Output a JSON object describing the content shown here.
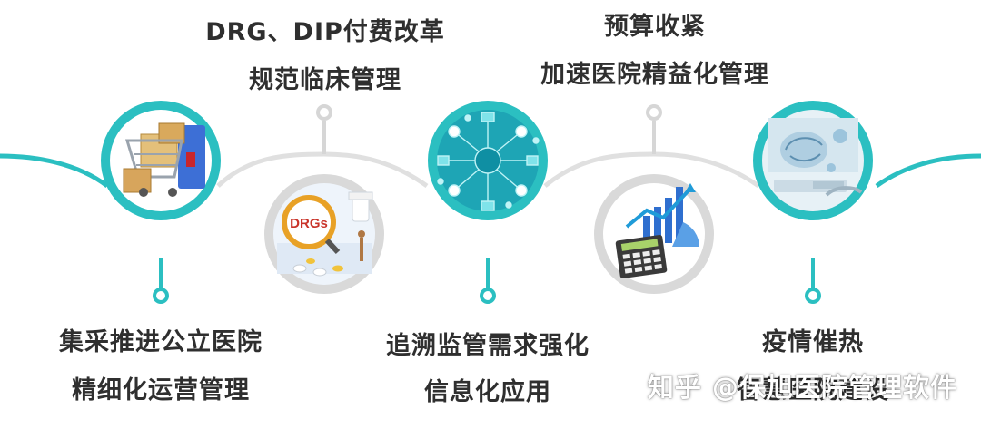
{
  "stages": [
    {
      "id": "procurement",
      "lines": [
        "集采推进公立医院",
        "精细化运营管理"
      ],
      "image": "shopping-cart-icon"
    },
    {
      "id": "drg",
      "lines": [
        "DRG、DIP付费改革",
        "规范临床管理"
      ],
      "image": "drgs-magnifier-icon",
      "image_text": "DRGs"
    },
    {
      "id": "traceability",
      "lines": [
        "追溯监管需求强化",
        "信息化应用"
      ],
      "image": "network-icon"
    },
    {
      "id": "budget",
      "lines": [
        "预算收紧",
        "加速医院精益化管理"
      ],
      "image": "calculator-chart-icon"
    },
    {
      "id": "epidemic",
      "lines": [
        "疫情催热",
        "智慧医院建设"
      ],
      "image": "ai-brain-icon"
    }
  ],
  "watermark": "知乎 @保旭医院管理软件",
  "colors": {
    "teal": "#2bbfc1",
    "gray_ring": "#d9d9d9",
    "wave_gray": "#dedede",
    "text": "#2f2f2f"
  }
}
